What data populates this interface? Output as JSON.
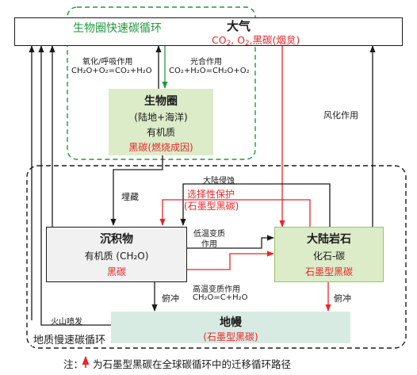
{
  "atmosphere": {
    "title": "大气",
    "fast_cycle_label": "生物圈快速碳循环",
    "species_prefix": "CO",
    "species_co2_sub": "2",
    "species_sep": ", O",
    "species_o2_sub": "2",
    "species_suffix": ",",
    "black_carbon": "黑碳(烟炱)"
  },
  "arrows": {
    "oxidation_label": "氧化/呼吸作用",
    "oxidation_eq": "CH₂O+O₂=CO₂+H₂O",
    "photosynthesis_label": "光合作用",
    "photosynthesis_eq": "CO₂+H₂O=CH₂O+O₂",
    "weathering": "风化作用",
    "continental_erosion": "大陆侵蚀",
    "selective_protection": "选择性保护",
    "graphite_black_carbon_paren": "(石墨型黑碳)",
    "burial": "埋藏",
    "low_temp_metamorphism": "低温变质作用",
    "high_temp_metamorphism": "高温变质作用",
    "high_temp_eq": "CH₂O=C+H₂O",
    "subduction_left": "俯冲",
    "subduction_right": "俯冲",
    "volcanic": "火山喷发",
    "slow_cycle_label": "地质慢速碳循环"
  },
  "biosphere": {
    "title": "生物圈",
    "subtitle": "(陆地+海洋)",
    "organic": "有机质",
    "black_carbon": "黑碳(燃烧成因)"
  },
  "sediment": {
    "title": "沉积物",
    "organic": "有机质 (CH₂O)",
    "black_carbon": "黑碳"
  },
  "continental_rock": {
    "title": "大陆岩石",
    "fossil_carbon": "化石-碳",
    "graphite_black_carbon": "石墨型黑碳"
  },
  "mantle": {
    "title": "地幔",
    "graphite_black_carbon": "(石墨型黑碳)"
  },
  "note": {
    "prefix": "注：",
    "text": "为石墨型黑碳在全球碳循环中的迁移循环路径"
  },
  "colors": {
    "black_carbon_path": "#e8262a",
    "fast_cycle": "#1e9a3c",
    "box_fill": "#dcebc8",
    "rock_fill": "#dcebc8"
  }
}
